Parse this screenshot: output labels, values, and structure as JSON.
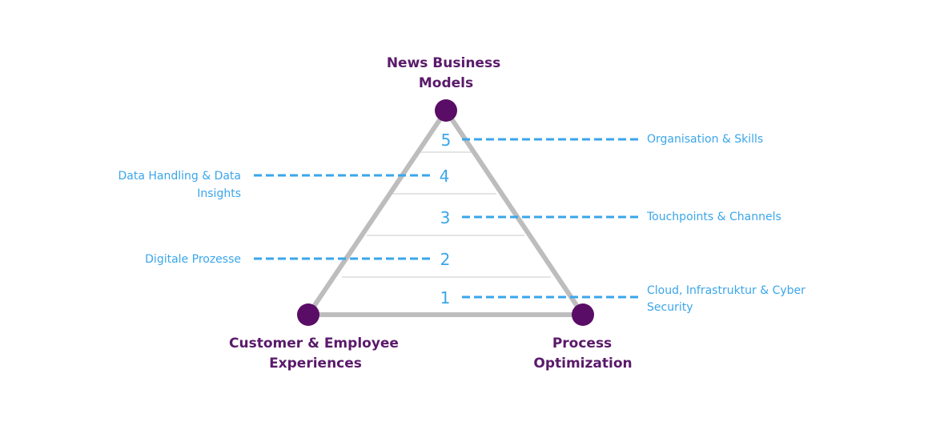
{
  "colors": {
    "vertex": "#5a0d66",
    "vertex_label": "#5a1a6a",
    "accent": "#3aa6ea",
    "triangle": "#bdbdbd"
  },
  "vertices": {
    "top": [
      "News Business",
      "Models"
    ],
    "bottom_left": [
      "Customer & Employee",
      "Experiences"
    ],
    "bottom_right": [
      "Process",
      "Optimization"
    ]
  },
  "levels": [
    {
      "number": "5",
      "label": [
        "Organisation & Skills"
      ]
    },
    {
      "number": "4",
      "label": [
        "Data Handling & Data",
        "Insights"
      ]
    },
    {
      "number": "3",
      "label": [
        "Touchpoints & Channels"
      ]
    },
    {
      "number": "2",
      "label": [
        "Digitale Prozesse"
      ]
    },
    {
      "number": "1",
      "label": [
        "Cloud, Infrastruktur & Cyber",
        "Security"
      ]
    }
  ]
}
